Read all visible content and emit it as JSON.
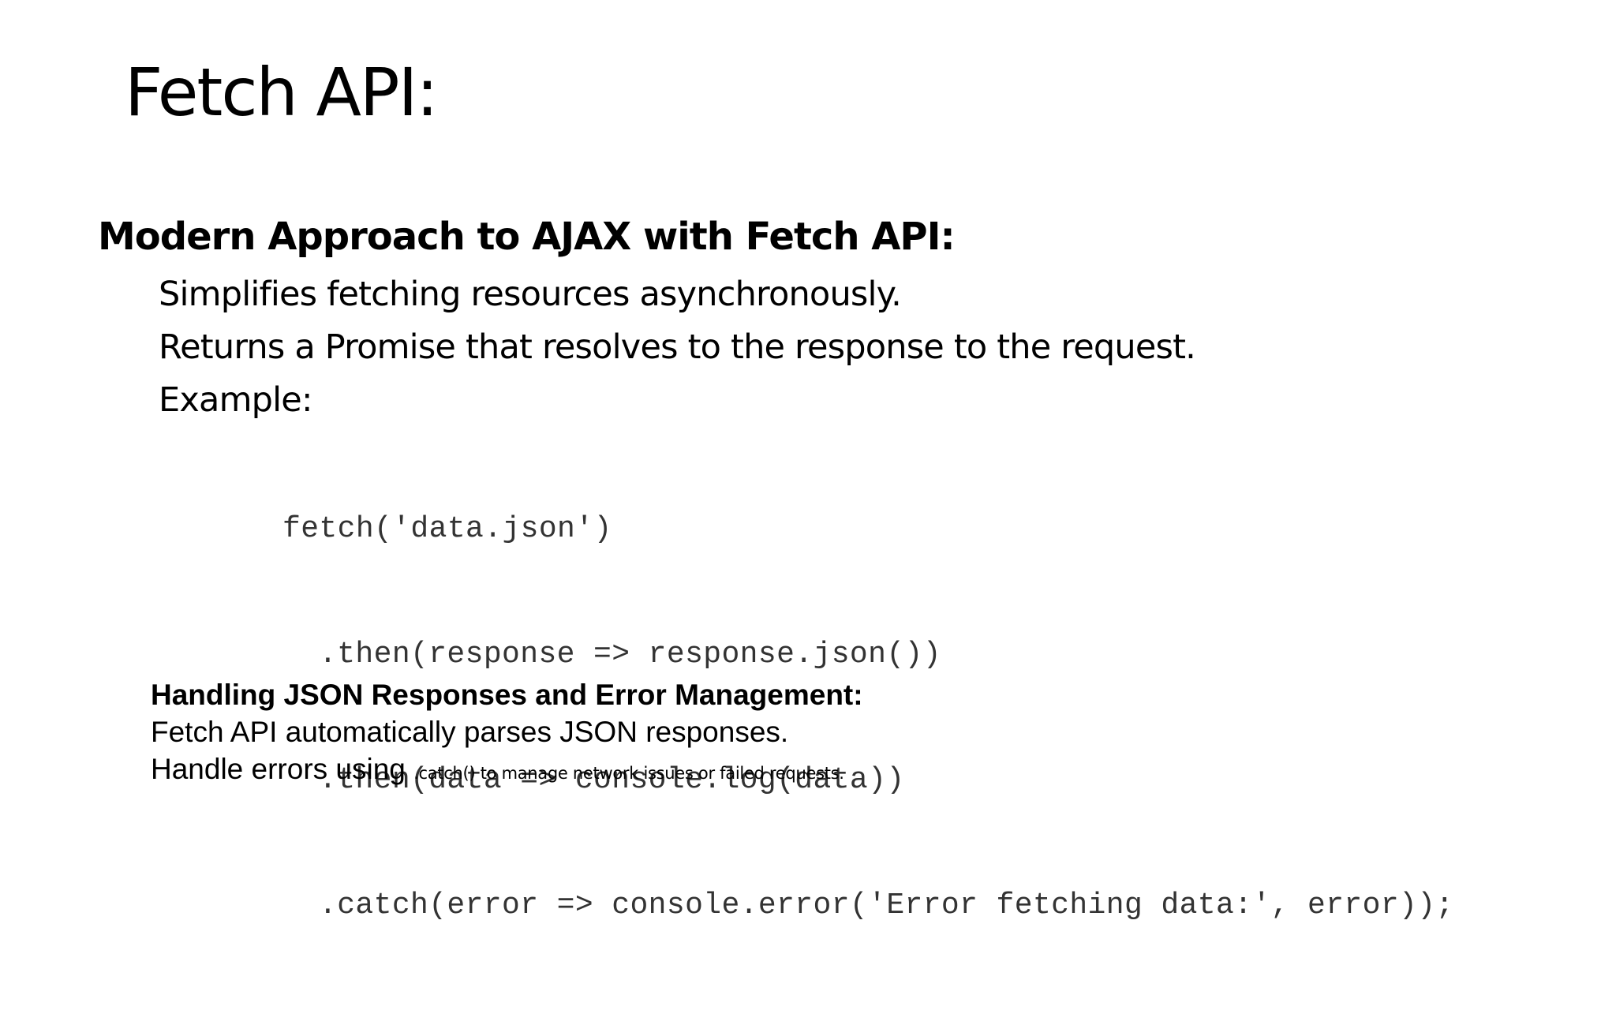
{
  "slide": {
    "title": "Fetch API:",
    "section": {
      "heading": "Modern Approach to AJAX with Fetch API:",
      "bullets": [
        "Simplifies fetching resources asynchronously.",
        "Returns a Promise that resolves to the response to the request.",
        "Example:"
      ],
      "code": [
        "fetch('data.json')",
        ".then(response => response.json())",
        ".then(data => console.log(data))",
        ".catch(error => console.error('Error fetching data:', error));"
      ]
    },
    "subsection": {
      "heading": "Handling JSON Responses and Error Management:",
      "line1": "Fetch API automatically parses JSON responses.",
      "line2_prefix": "Handle errors using ",
      "line2_suffix": ".catch() to manage network issues or failed requests."
    }
  }
}
